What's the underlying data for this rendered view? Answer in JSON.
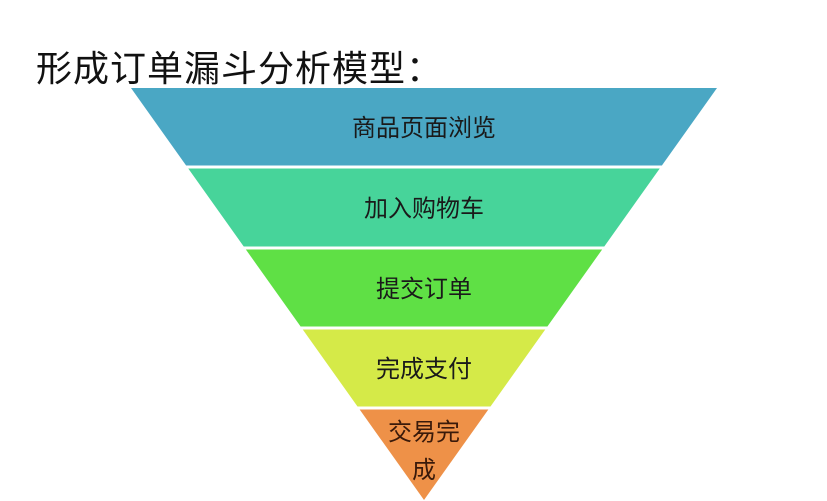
{
  "title": "形成订单漏斗分析模型：",
  "stages": [
    {
      "label": "商品页面浏览",
      "color": "#4aa7c4",
      "text_color": "#1d2e45"
    },
    {
      "label": "加入购物车",
      "color": "#47d49a",
      "text_color": "#1a1a1a"
    },
    {
      "label": "提交订单",
      "color": "#5fe045",
      "text_color": "#1a1a1a"
    },
    {
      "label": "完成支付",
      "color": "#d5ea48",
      "text_color": "#1a1a1a"
    },
    {
      "label": "交易完成",
      "label_lines": [
        "交易完",
        "成"
      ],
      "color": "#ee9148",
      "text_color": "#3a1a0a"
    }
  ]
}
